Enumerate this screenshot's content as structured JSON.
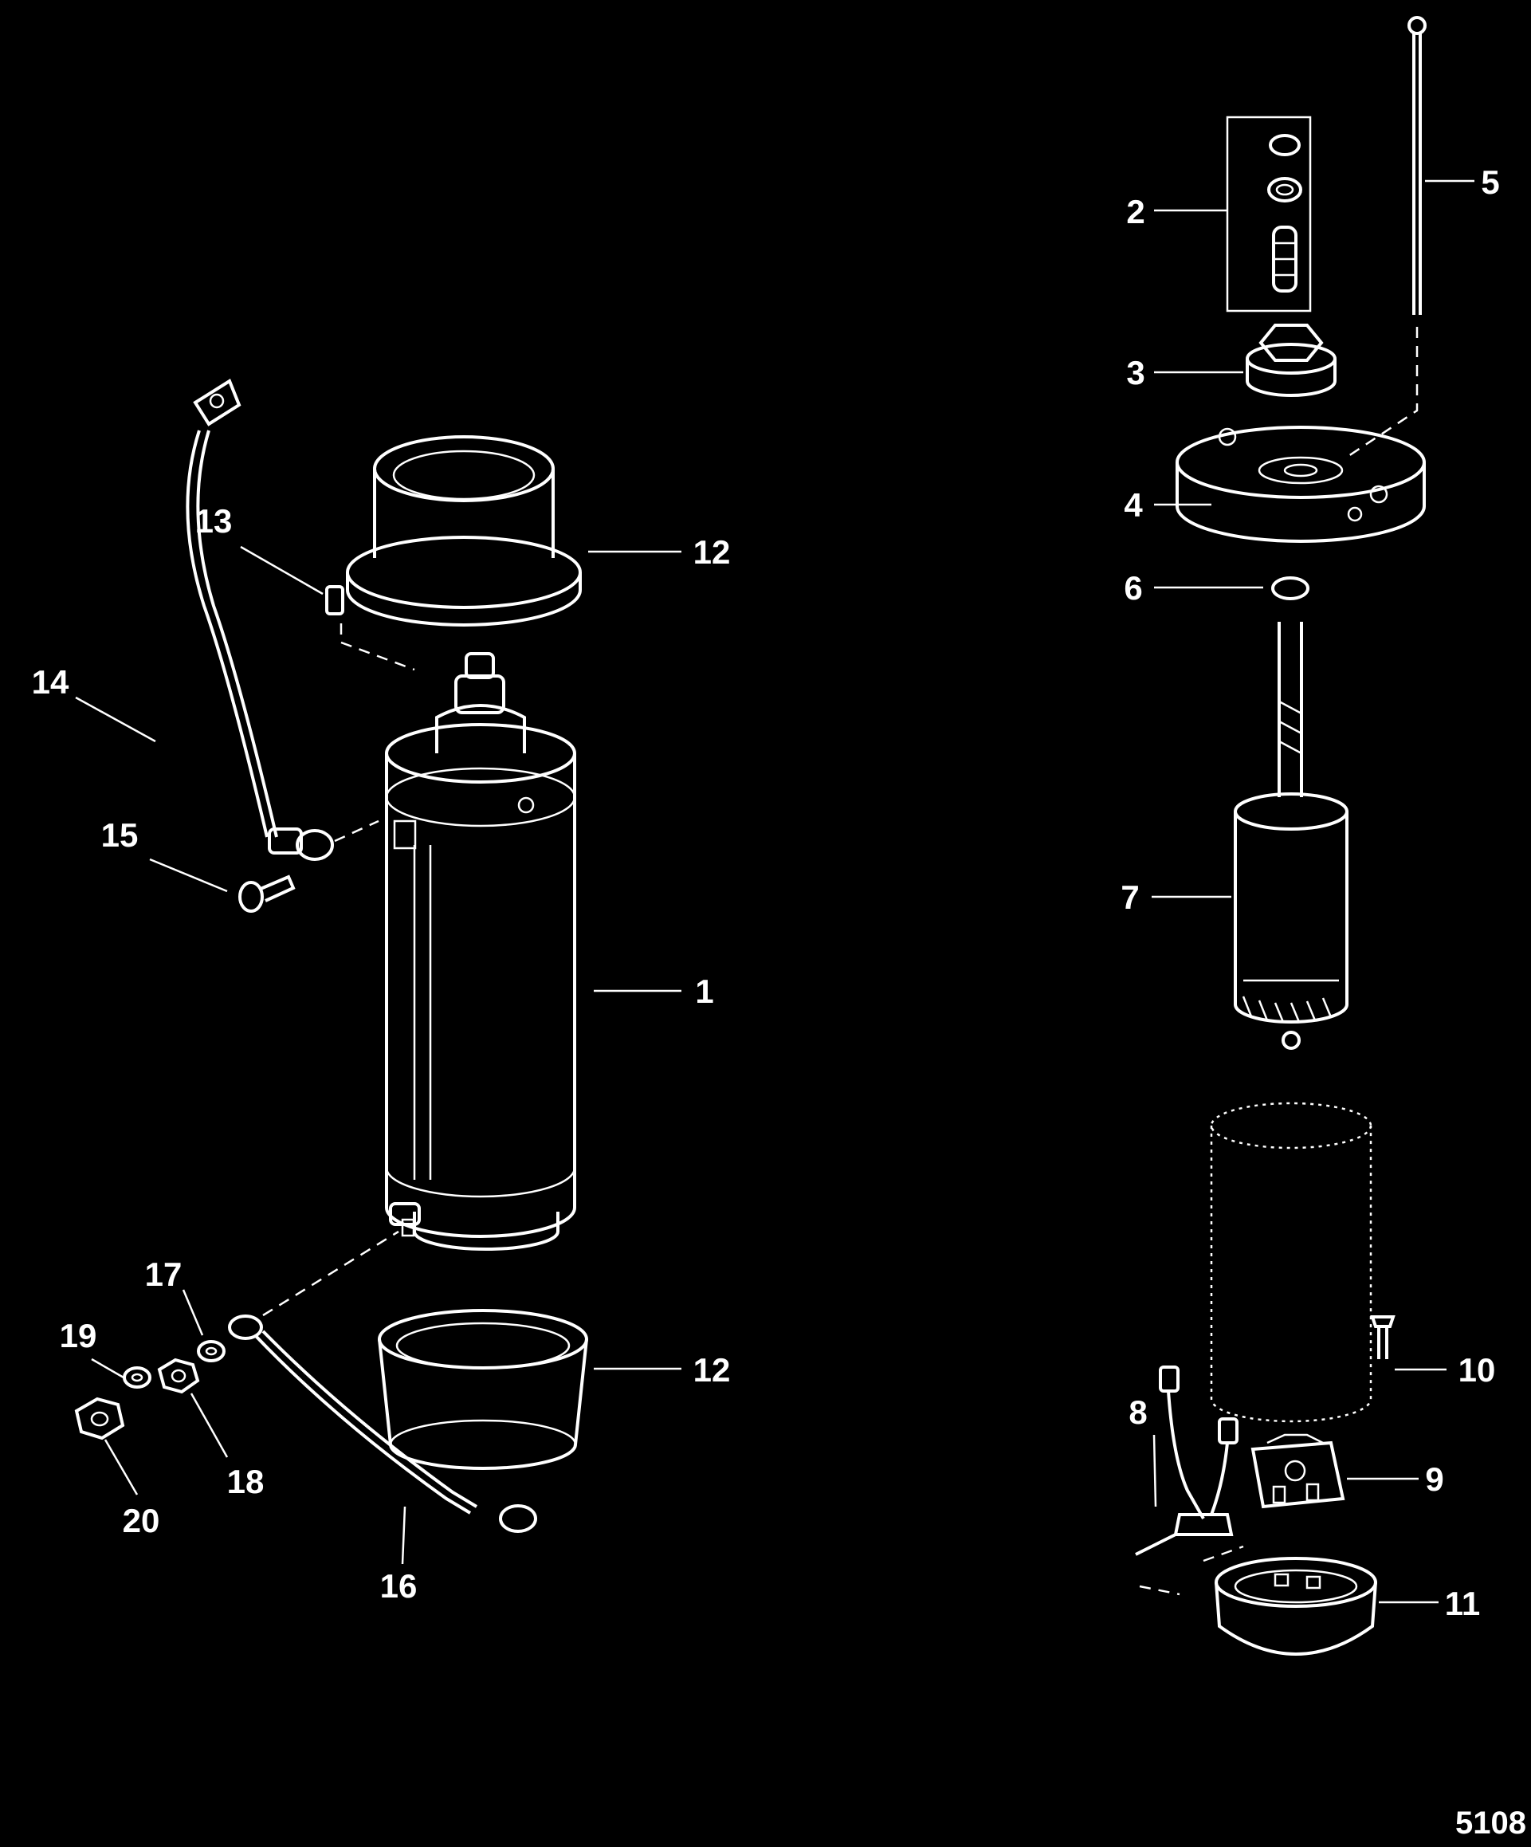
{
  "diagram": {
    "callouts": [
      {
        "id": "1",
        "label": "1"
      },
      {
        "id": "2",
        "label": "2"
      },
      {
        "id": "3",
        "label": "3"
      },
      {
        "id": "4",
        "label": "4"
      },
      {
        "id": "5",
        "label": "5"
      },
      {
        "id": "6",
        "label": "6"
      },
      {
        "id": "7",
        "label": "7"
      },
      {
        "id": "8",
        "label": "8"
      },
      {
        "id": "9",
        "label": "9"
      },
      {
        "id": "10",
        "label": "10"
      },
      {
        "id": "11",
        "label": "11"
      },
      {
        "id": "12a",
        "label": "12"
      },
      {
        "id": "12b",
        "label": "12"
      },
      {
        "id": "13",
        "label": "13"
      },
      {
        "id": "14",
        "label": "14"
      },
      {
        "id": "15",
        "label": "15"
      },
      {
        "id": "16",
        "label": "16"
      },
      {
        "id": "17",
        "label": "17"
      },
      {
        "id": "18",
        "label": "18"
      },
      {
        "id": "19",
        "label": "19"
      },
      {
        "id": "20",
        "label": "20"
      }
    ],
    "figure_id": "5108"
  }
}
